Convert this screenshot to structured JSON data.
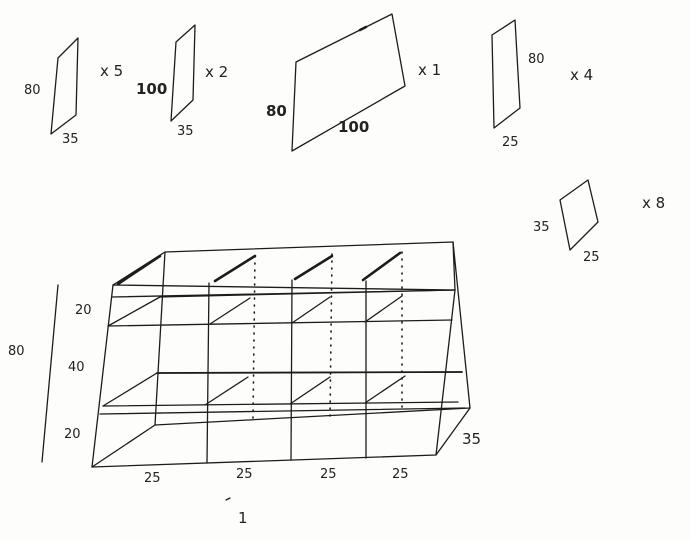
{
  "parts": [
    {
      "height_label": "80",
      "width_label": "35",
      "quantity_label": "x 5"
    },
    {
      "height_label": "100",
      "width_label": "35",
      "quantity_label": "x 2"
    },
    {
      "height_label": "80",
      "width_label": "100",
      "quantity_label": "x 1"
    },
    {
      "height_label": "80",
      "width_label": "25",
      "quantity_label": "x 4"
    },
    {
      "height_label": "35",
      "width_label": "25",
      "quantity_label": "x 8"
    }
  ],
  "assembly": {
    "total_height_label": "80",
    "row_height_labels": [
      "20",
      "40",
      "20"
    ],
    "column_width_labels": [
      "25",
      "25",
      "25",
      "25"
    ],
    "depth_label": "35",
    "figure_number": "1"
  }
}
